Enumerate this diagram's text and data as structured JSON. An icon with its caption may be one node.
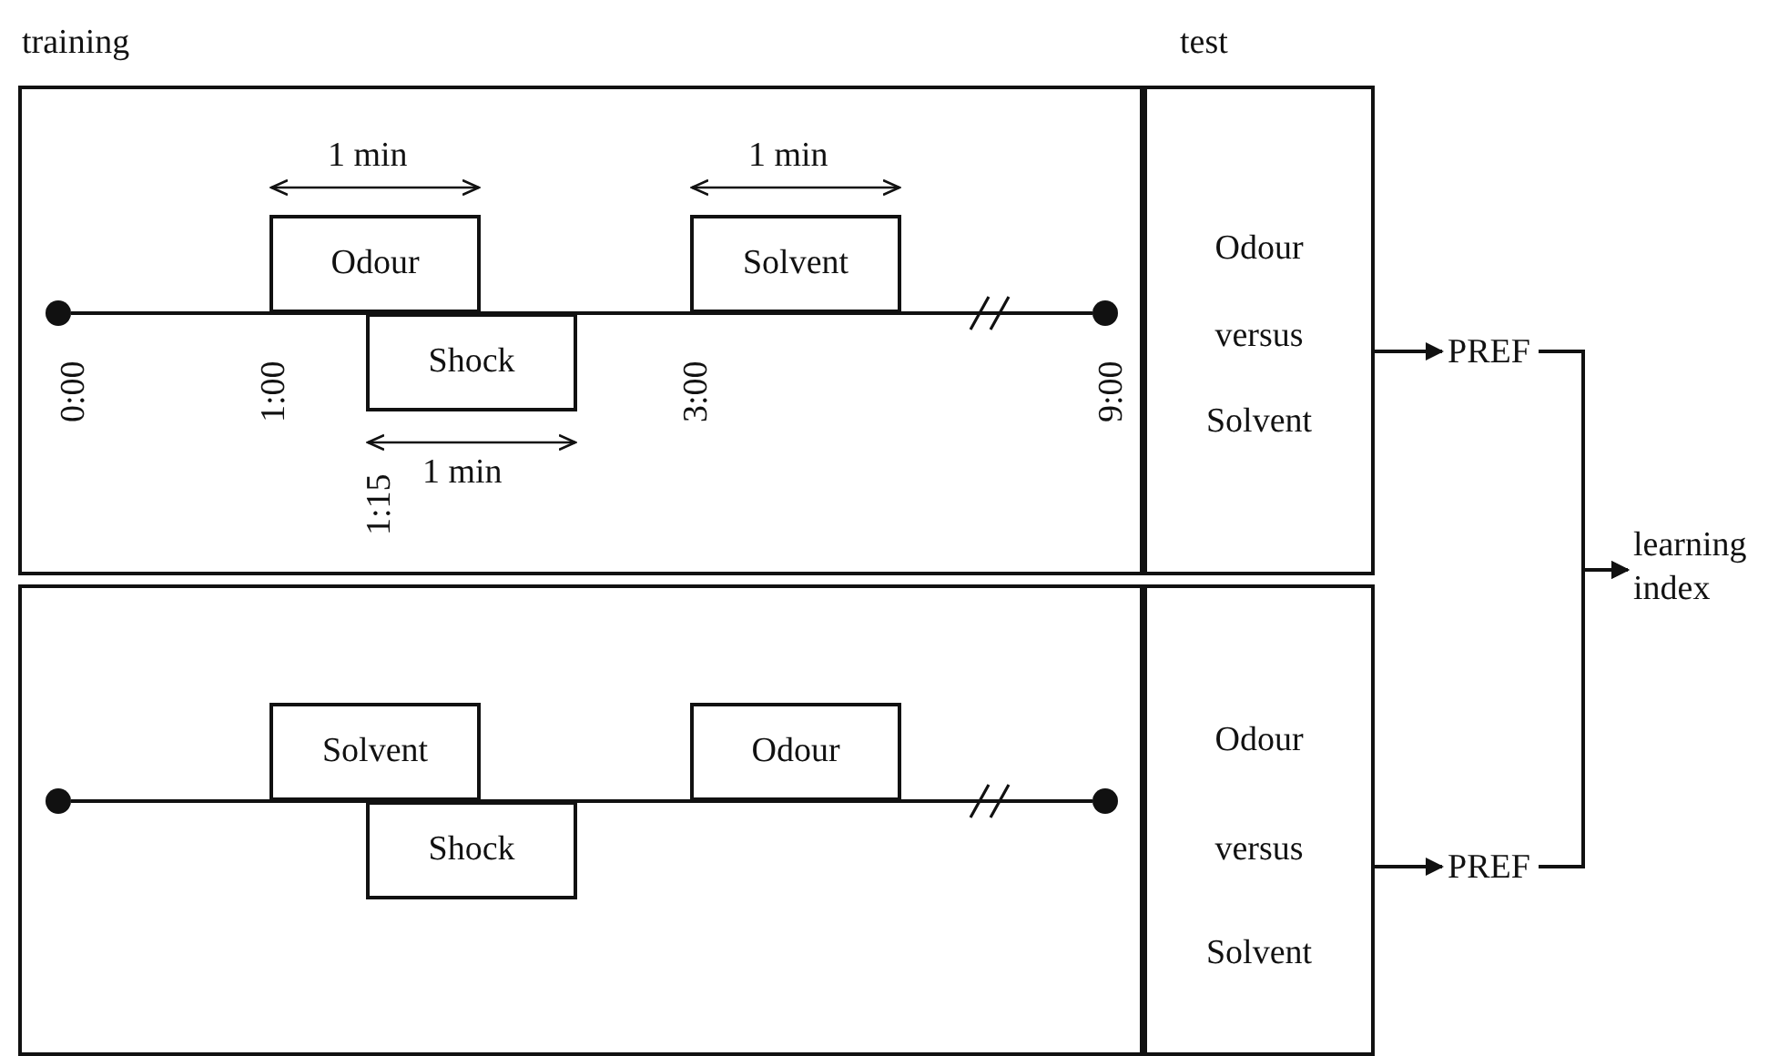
{
  "diagram": {
    "nodes": [
      {
        "text": [],
        "shape": "box"
      },
      {
        "text": [],
        "shape": "circle",
        "in": 0
      },
      {
        "text": [
          "Odour"
        ],
        "in": 0
      },
      {
        "text": [
          "Shock"
        ],
        "in": 0
      },
      {
        "text": [
          "Solvent"
        ],
        "in": 0
      },
      {
        "text": [],
        "shape": "circle",
        "in": 0
      },
      {
        "text": [
          "Odour",
          "versus",
          "Solvent"
        ]
      },
      {
        "text": [],
        "shape": "box"
      },
      {
        "text": [],
        "shape": "circle",
        "in": 7
      },
      {
        "text": [
          "Solvent"
        ],
        "in": 7
      },
      {
        "text": [
          "Shock"
        ],
        "in": 7
      },
      {
        "text": [
          "Odour"
        ],
        "in": 7
      },
      {
        "text": [],
        "shape": "circle",
        "in": 7
      },
      {
        "text": [
          "Odour",
          "versus",
          "Solvent"
        ]
      },
      {
        "text": [
          "PREF"
        ]
      },
      {
        "text": [
          "PREF"
        ]
      },
      {
        "text": [
          "learning index"
        ]
      }
    ],
    "edges": [
      {
        "from": 1,
        "to": 5,
        "arrow": "none"
      },
      {
        "from": 8,
        "to": 12,
        "arrow": "none"
      },
      {
        "from": 6,
        "to": 14,
        "arrow": "to"
      },
      {
        "from": 13,
        "to": 15,
        "arrow": "to"
      },
      {
        "from": 14,
        "to": 16,
        "arrow": "to"
      },
      {
        "from": 15,
        "to": 16,
        "arrow": "to"
      }
    ],
    "labels": [
      "training",
      "test",
      "1 min",
      "1 min",
      "0:00",
      "1:00",
      "3:00",
      "9:00",
      "1:15",
      "1 min"
    ]
  }
}
